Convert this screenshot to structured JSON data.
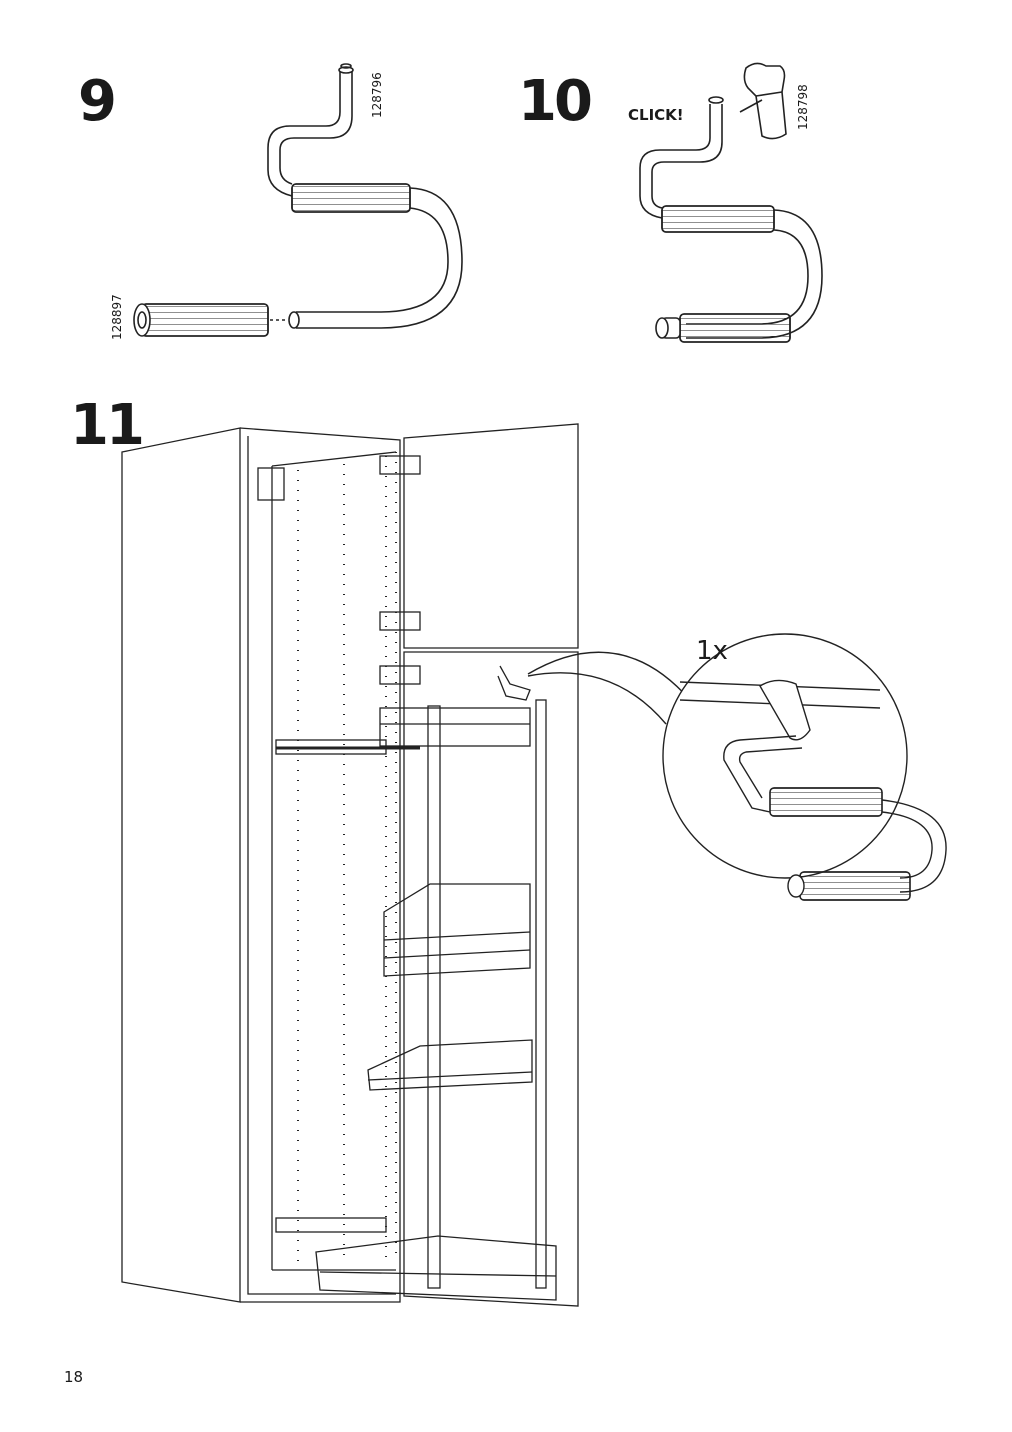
{
  "steps": {
    "step9": {
      "number": "9",
      "part_upper": "128796",
      "part_lower": "128897"
    },
    "step10": {
      "number": "10",
      "click_label": "CLICK!",
      "part": "128798"
    },
    "step11": {
      "number": "11",
      "quantity": "1x"
    }
  },
  "page_number": "18"
}
